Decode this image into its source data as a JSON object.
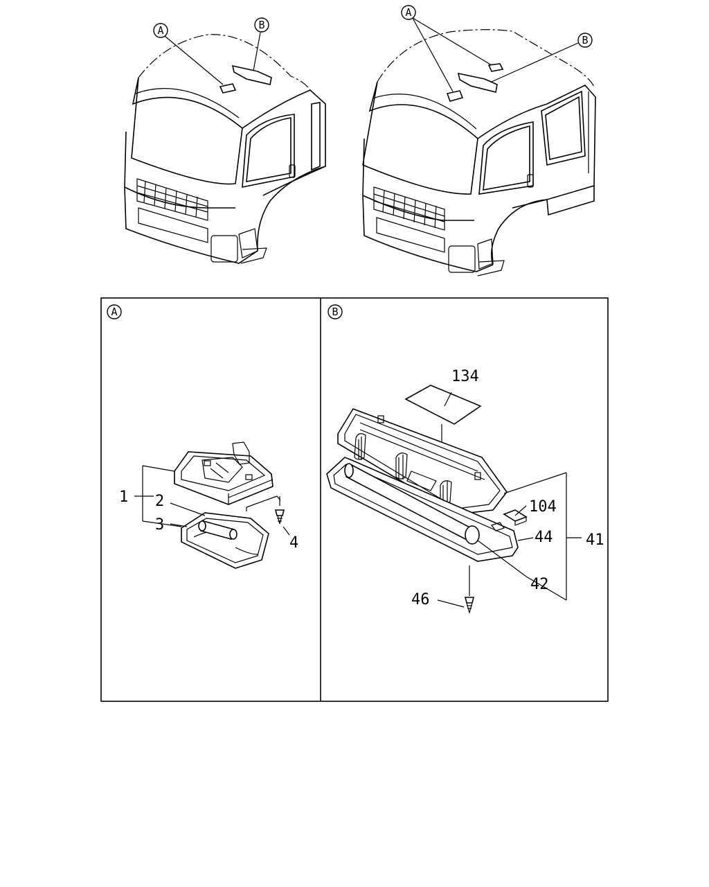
{
  "callouts": {
    "left_cab_a": "A",
    "left_cab_b": "B",
    "right_cab_a": "A",
    "right_cab_b": "B",
    "panel_a": "A",
    "panel_b": "B"
  },
  "parts_a": {
    "p1": "1",
    "p2": "2",
    "p3": "3",
    "p4": "4"
  },
  "parts_b": {
    "p134": "134",
    "p104": "104",
    "p44": "44",
    "p41": "41",
    "p42": "42",
    "p46": "46"
  }
}
